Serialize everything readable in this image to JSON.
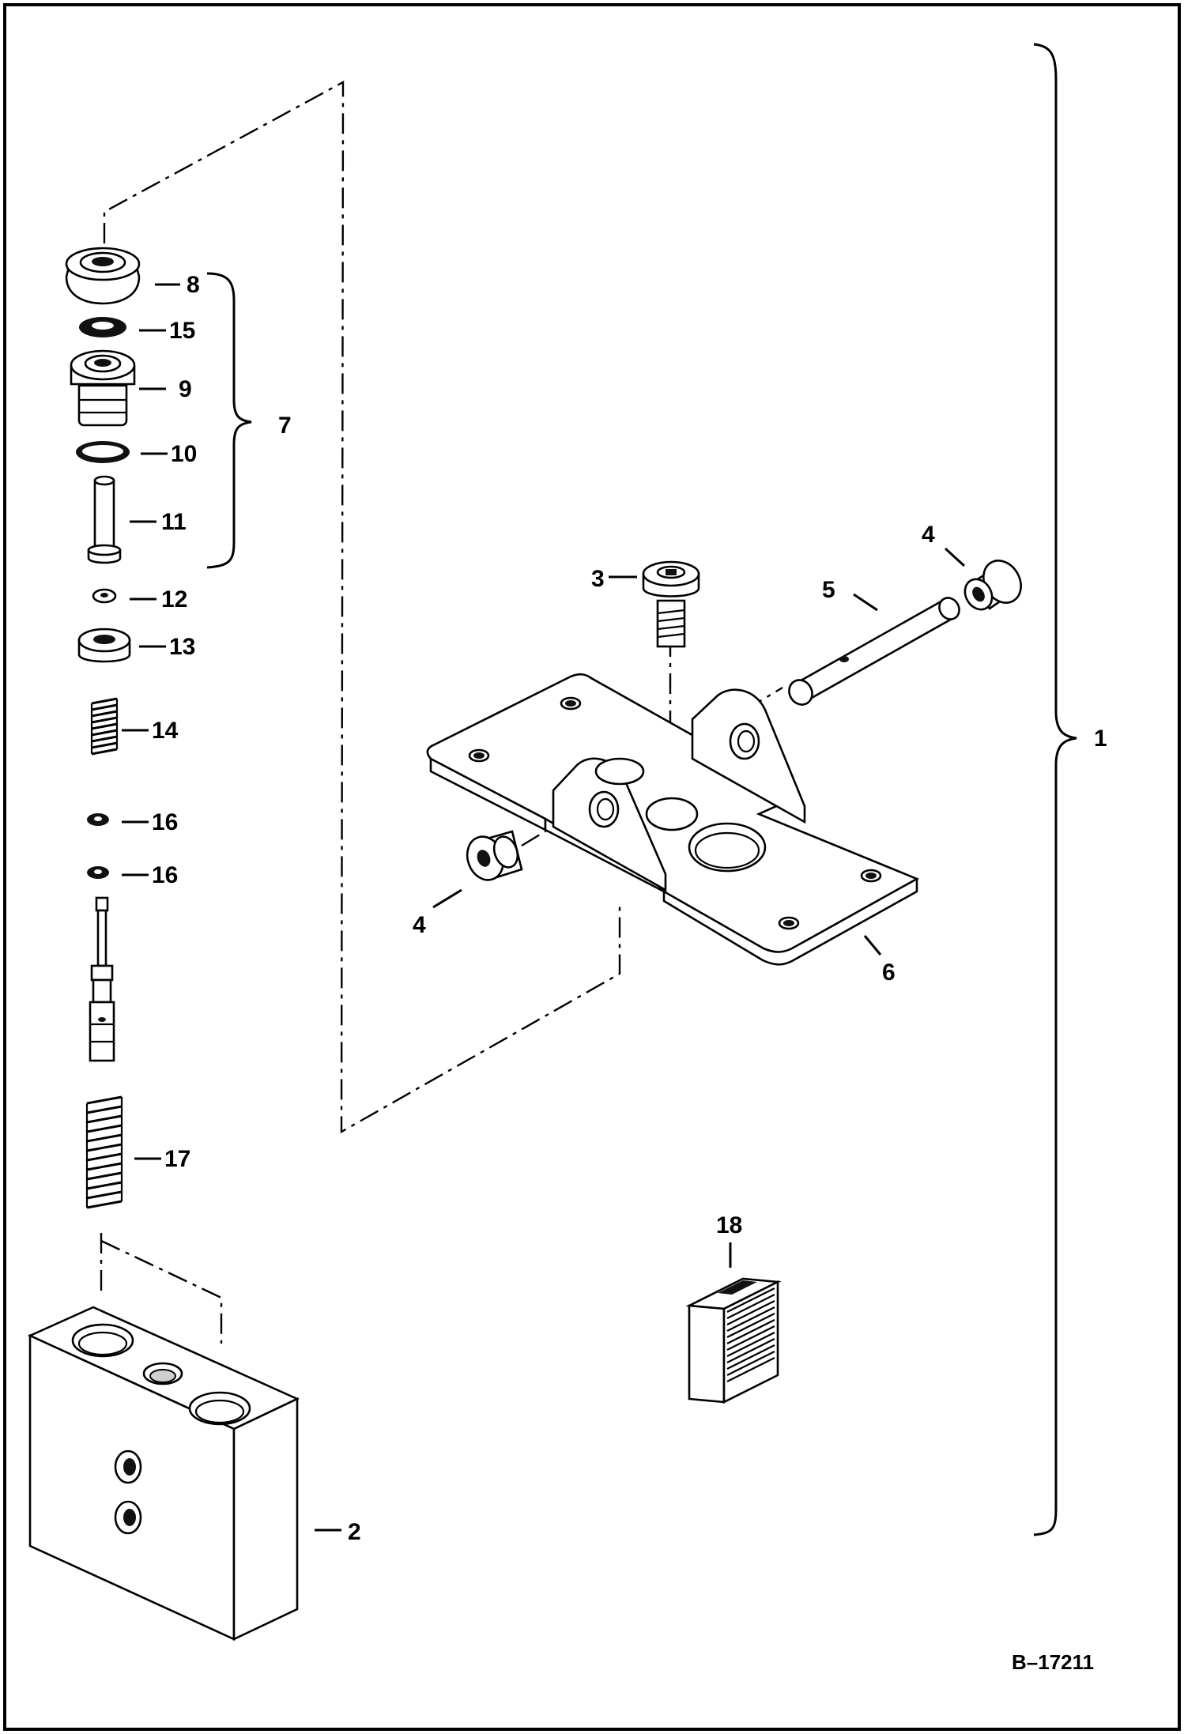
{
  "figure_id": "B–17211",
  "callouts": {
    "c1": "1",
    "c2": "2",
    "c3": "3",
    "c4a": "4",
    "c4b": "4",
    "c5": "5",
    "c6": "6",
    "c7": "7",
    "c8": "8",
    "c9": "9",
    "c10": "10",
    "c11": "11",
    "c12": "12",
    "c13": "13",
    "c14": "14",
    "c15": "15",
    "c16a": "16",
    "c16b": "16",
    "c17": "17",
    "c18": "18"
  }
}
